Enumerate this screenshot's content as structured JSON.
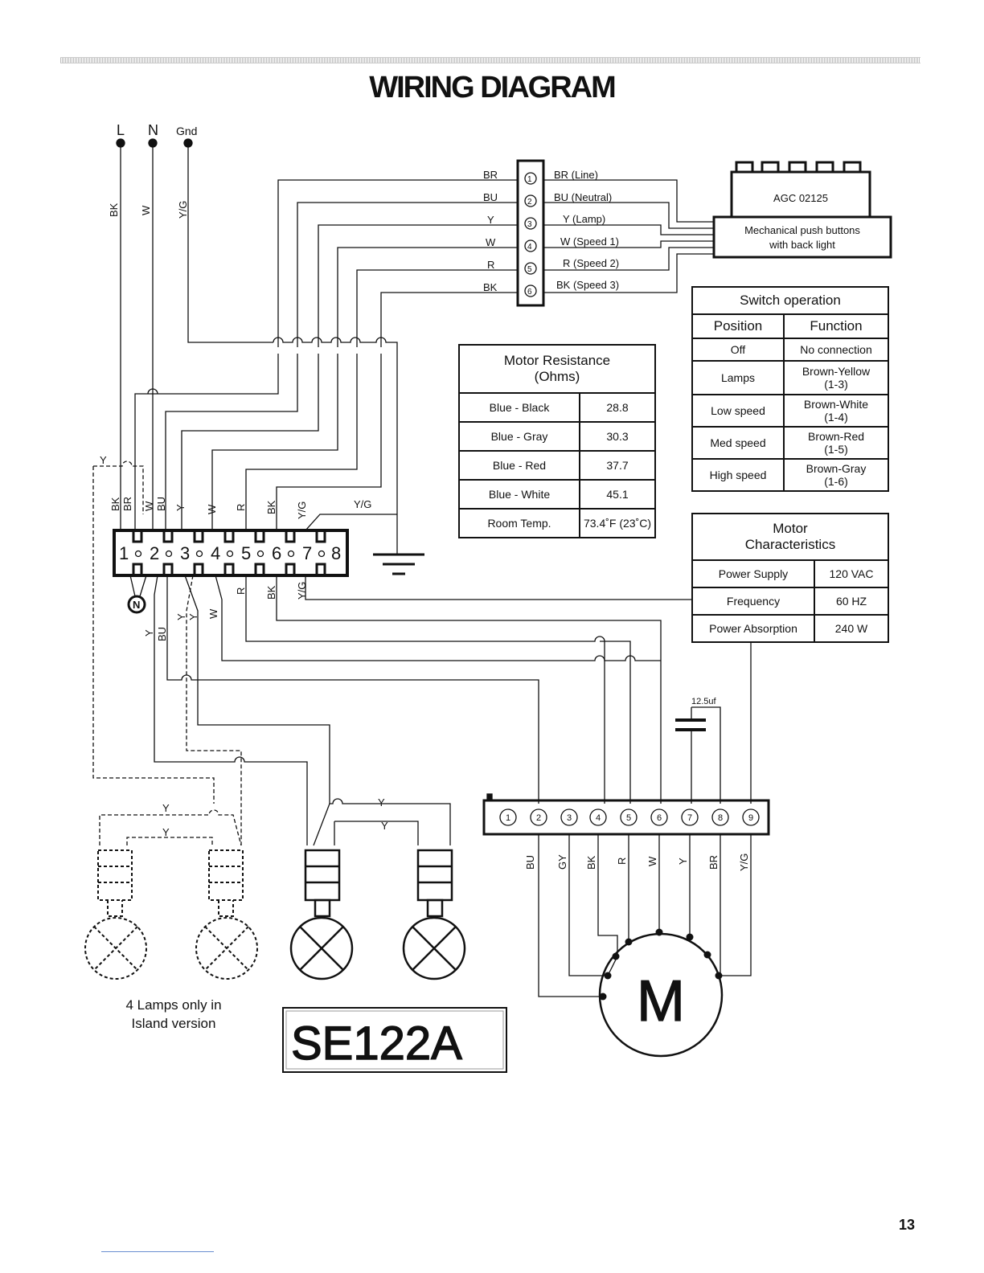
{
  "page": {
    "title": "WIRING DIAGRAM",
    "page_number": "13"
  },
  "mains": {
    "terminals": [
      "L",
      "N",
      "Gnd"
    ],
    "wire_labels": [
      "BK",
      "W",
      "Y/G"
    ]
  },
  "connector_6pin": {
    "left_labels": [
      "BR",
      "BU",
      "Y",
      "W",
      "R",
      "BK"
    ],
    "right_labels": [
      "BR (Line)",
      "BU (Neutral)",
      "Y (Lamp)",
      "W (Speed 1)",
      "R (Speed 2)",
      "BK (Speed 3)"
    ],
    "pins": [
      "1",
      "2",
      "3",
      "4",
      "5",
      "6"
    ]
  },
  "control": {
    "board_label": "AGC 02125",
    "buttons_label_line1": "Mechanical push buttons",
    "buttons_label_line2": "with back light"
  },
  "terminal_block_8": {
    "numbers": [
      "1",
      "2",
      "3",
      "4",
      "5",
      "6",
      "7",
      "8"
    ],
    "top_labels": [
      "BK",
      "BR",
      "W",
      "BU",
      "Y",
      "W",
      "R",
      "BK",
      "Y/G"
    ],
    "bottom_labels": [
      "R",
      "BK",
      "Y/G"
    ],
    "lower_labels": [
      "Y",
      "BU",
      "Y",
      "Y",
      "W"
    ],
    "y_dashed_label": "Y",
    "yg_ground_label": "Y/G",
    "neutral_symbol": "N"
  },
  "motor_resistance": {
    "title_line1": "Motor Resistance",
    "title_line2": "(Ohms)",
    "rows": [
      {
        "pair": "Blue - Black",
        "ohms": "28.8"
      },
      {
        "pair": "Blue - Gray",
        "ohms": "30.3"
      },
      {
        "pair": "Blue - Red",
        "ohms": "37.7"
      },
      {
        "pair": "Blue - White",
        "ohms": "45.1"
      },
      {
        "pair": "Room Temp.",
        "ohms": "73.4˚F (23˚C)"
      }
    ]
  },
  "switch_operation": {
    "title": "Switch operation",
    "col_position": "Position",
    "col_function": "Function",
    "rows": [
      {
        "position": "Off",
        "function": "No connection",
        "pins": ""
      },
      {
        "position": "Lamps",
        "function": "Brown-Yellow",
        "pins": "(1-3)"
      },
      {
        "position": "Low speed",
        "function": "Brown-White",
        "pins": "(1-4)"
      },
      {
        "position": "Med speed",
        "function": "Brown-Red",
        "pins": "(1-5)"
      },
      {
        "position": "High speed",
        "function": "Brown-Gray",
        "pins": "(1-6)"
      }
    ]
  },
  "motor_characteristics": {
    "title_line1": "Motor",
    "title_line2": "Characteristics",
    "rows": [
      {
        "name": "Power Supply",
        "value": "120 VAC"
      },
      {
        "name": "Frequency",
        "value": "60 HZ"
      },
      {
        "name": "Power Absorption",
        "value": "240 W"
      }
    ]
  },
  "capacitor": {
    "label": "12.5uf"
  },
  "motor_connector": {
    "pins": [
      "1",
      "2",
      "3",
      "4",
      "5",
      "6",
      "7",
      "8",
      "9"
    ],
    "wire_labels": [
      "BU",
      "GY",
      "BK",
      "R",
      "W",
      "Y",
      "BR",
      "Y/G"
    ],
    "motor_symbol": "M"
  },
  "lamps": {
    "wire_labels": [
      "Y",
      "Y",
      "Y",
      "Y"
    ],
    "note_line1": "4 Lamps only in",
    "note_line2": "Island version"
  },
  "model": {
    "code": "SE122A"
  }
}
